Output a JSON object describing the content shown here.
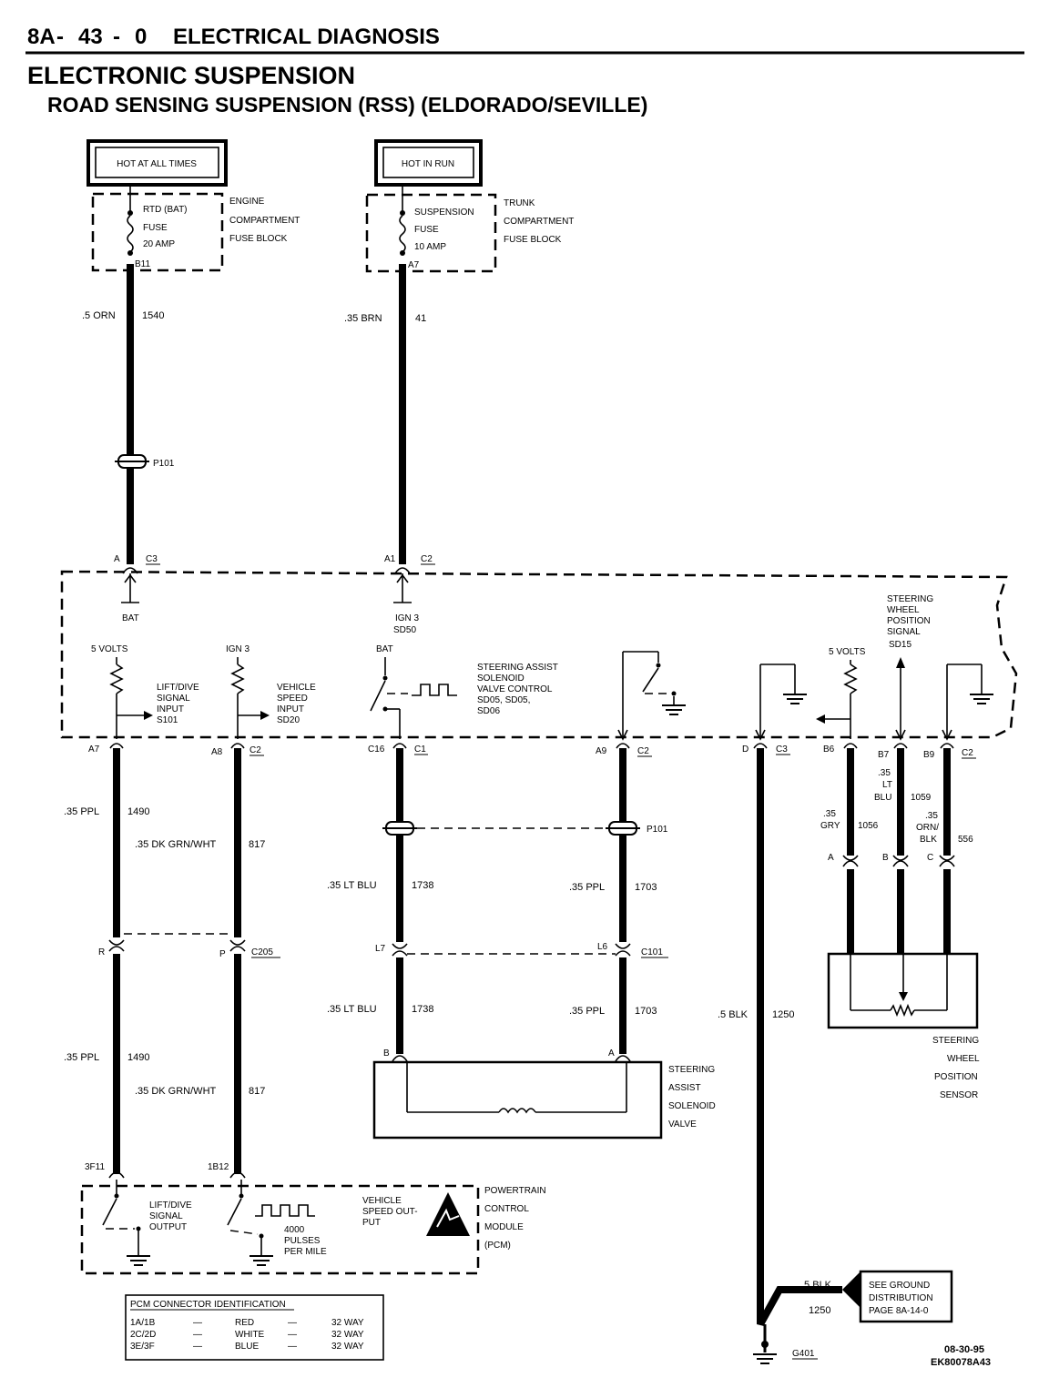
{
  "header": {
    "section": "8A",
    "page": "43",
    "sub": "0",
    "chapter": "ELECTRICAL DIAGNOSIS",
    "title": "ELECTRONIC SUSPENSION",
    "subtitle": "ROAD SENSING SUSPENSION (RSS) (ELDORADO/SEVILLE)"
  },
  "power": {
    "hot_at_all_times": "HOT AT ALL TIMES",
    "hot_in_run": "HOT IN RUN",
    "fuse1": [
      "RTD (BAT)",
      "FUSE",
      "20 AMP"
    ],
    "fuse1_block": [
      "ENGINE",
      "COMPARTMENT",
      "FUSE BLOCK"
    ],
    "fuse1_pin": "B11",
    "fuse2": [
      "SUSPENSION",
      "FUSE",
      "10 AMP"
    ],
    "fuse2_block": [
      "TRUNK",
      "COMPARTMENT",
      "FUSE BLOCK"
    ],
    "fuse2_pin": "A7"
  },
  "wires": {
    "w1540": [
      ".5 ORN",
      "1540"
    ],
    "w41": [
      ".35 BRN",
      "41"
    ],
    "w1490a": [
      ".35 PPL",
      "1490"
    ],
    "w817a": [
      ".35 DK GRN/WHT",
      "817"
    ],
    "w1738a": [
      ".35 LT BLU",
      "1738"
    ],
    "w1703a": [
      ".35 PPL",
      "1703"
    ],
    "w1490b": [
      ".35 PPL",
      "1490"
    ],
    "w817b": [
      ".35 DK GRN/WHT",
      "817"
    ],
    "w1738b": [
      ".35 LT BLU",
      "1738"
    ],
    "w1703b": [
      ".35 PPL",
      "1703"
    ],
    "w1250": [
      ".5 BLK",
      "1250"
    ],
    "w1250g": [
      ".5 BLK",
      "1250"
    ],
    "w1056": [
      ".35",
      "GRY",
      "1056"
    ],
    "w1059": [
      ".35",
      "LT",
      "BLU",
      "1059"
    ],
    "w556": [
      ".35",
      "ORN/",
      "BLK",
      "556"
    ]
  },
  "connectors": {
    "p101": "P101",
    "p101b": "P101",
    "c205": "C205",
    "c101": "C101",
    "top_a": "A",
    "top_c3": "C3",
    "top_a1": "A1",
    "top_c2": "C2",
    "a7": "A7",
    "a8": "A8",
    "c2a": "C2",
    "c16": "C16",
    "c1": "C1",
    "a9": "A9",
    "c2b": "C2",
    "d": "D",
    "c3": "C3",
    "b6": "B6",
    "b7": "B7",
    "b9": "B9",
    "c2c": "C2",
    "r": "R",
    "p": "P",
    "l7": "L7",
    "l6": "L6",
    "b": "B",
    "a": "A",
    "sa": "A",
    "sb": "B",
    "sc": "C",
    "pcm1": "3F11",
    "pcm2": "1B12",
    "g401": "G401"
  },
  "module": {
    "bat": "BAT",
    "ign3": "IGN 3",
    "sd50": "SD50",
    "v5a": "5 VOLTS",
    "ign3b": "IGN 3",
    "liftdive": [
      "LIFT/DIVE",
      "SIGNAL",
      "INPUT",
      "S101"
    ],
    "vss": [
      "VEHICLE",
      "SPEED",
      "INPUT",
      "SD20"
    ],
    "bat2": "BAT",
    "sasv": [
      "STEERING ASSIST",
      "SOLENOID",
      "VALVE CONTROL",
      "SD05, SD05,",
      "SD06"
    ],
    "swps": [
      "STEERING",
      "WHEEL",
      "POSITION",
      "SIGNAL",
      "SD15"
    ],
    "v5b": "5 VOLTS"
  },
  "components": {
    "valve": [
      "STEERING",
      "ASSIST",
      "SOLENOID",
      "VALVE"
    ],
    "sensor": [
      "STEERING",
      "WHEEL",
      "POSITION",
      "SENSOR"
    ],
    "pcm": [
      "POWERTRAIN",
      "CONTROL",
      "MODULE",
      "(PCM)"
    ],
    "pcm_lift": [
      "LIFT/DIVE",
      "SIGNAL",
      "OUTPUT"
    ],
    "pcm_pulses": [
      "4000",
      "PULSES",
      "PER MILE"
    ],
    "pcm_vss": [
      "VEHICLE",
      "SPEED OUT-",
      "PUT"
    ],
    "ground_ref": [
      "SEE GROUND",
      "DISTRIBUTION",
      "PAGE 8A-14-0"
    ]
  },
  "pcm_table": {
    "title": "PCM CONNECTOR IDENTIFICATION",
    "rows": [
      [
        "1A/1B",
        "—",
        "RED",
        "—",
        "32 WAY"
      ],
      [
        "2C/2D",
        "—",
        "WHITE",
        "—",
        "32 WAY"
      ],
      [
        "3E/3F",
        "—",
        "BLUE",
        "—",
        "32 WAY"
      ]
    ]
  },
  "footer": {
    "date": "08-30-95",
    "code": "EK80078A43"
  }
}
